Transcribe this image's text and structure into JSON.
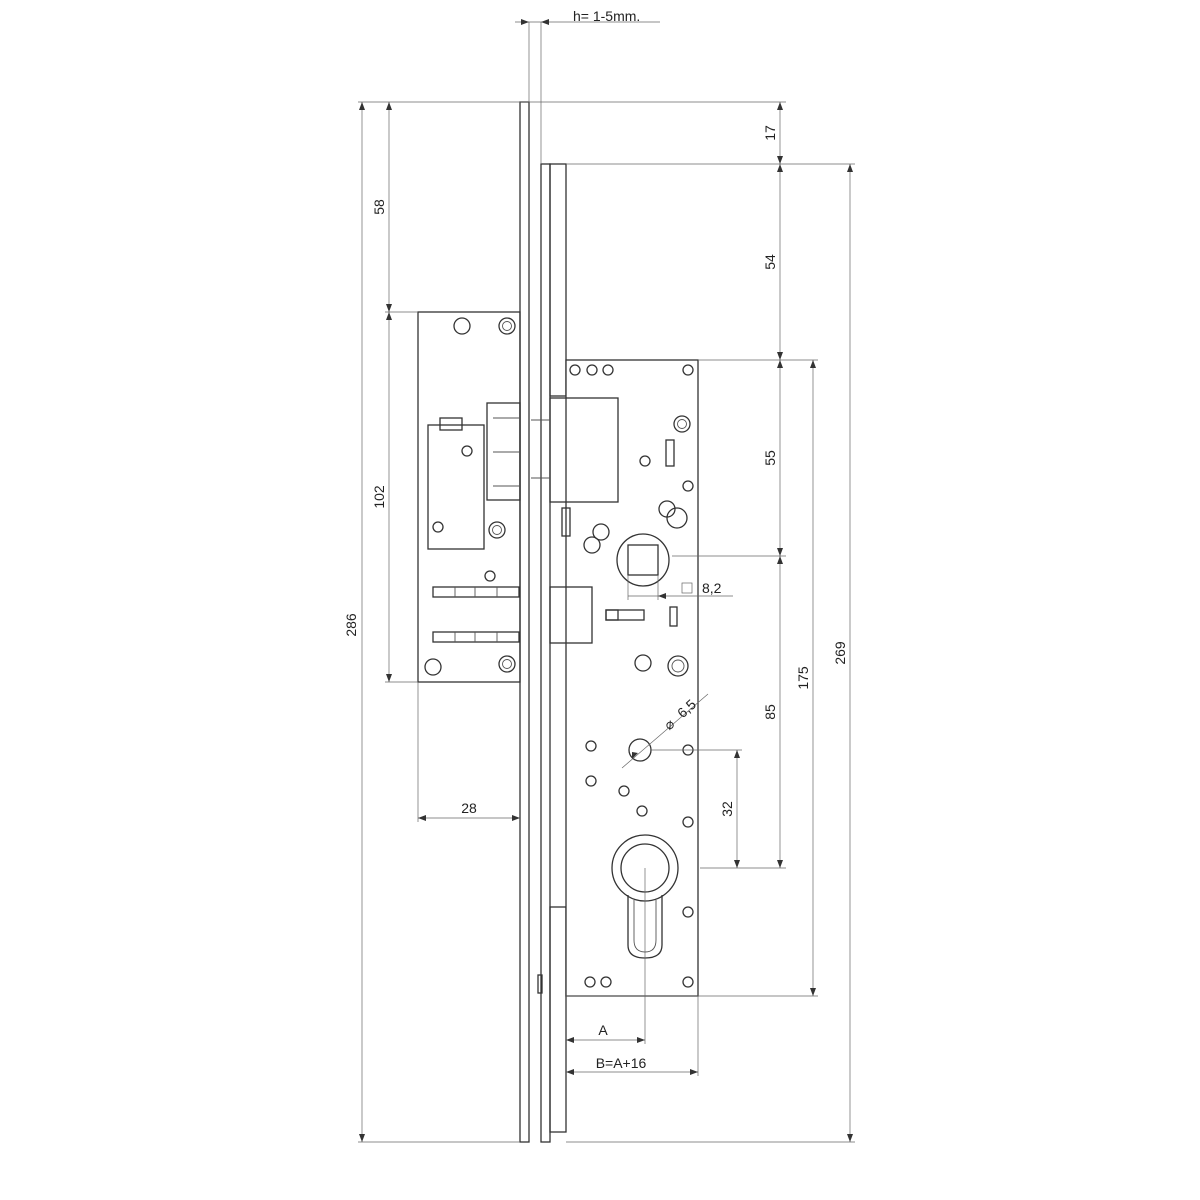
{
  "labels": {
    "clearance": "h= 1-5mm.",
    "overall_height": "286",
    "strike_offset": "58",
    "strike_height": "102",
    "strike_width": "28",
    "top_offset": "17",
    "upper_gap": "54",
    "follower_offset": "55",
    "case_height": "175",
    "faceplate_height": "269",
    "cylinder_offset": "85",
    "hole_spacing": "32",
    "square_size": "8,2",
    "hole_diameter": "6,5",
    "diameter_symbol": "⌀",
    "backset": "A",
    "distance_b": "B=A+16"
  },
  "colors": {
    "line": "#333333",
    "background": "#ffffff"
  }
}
